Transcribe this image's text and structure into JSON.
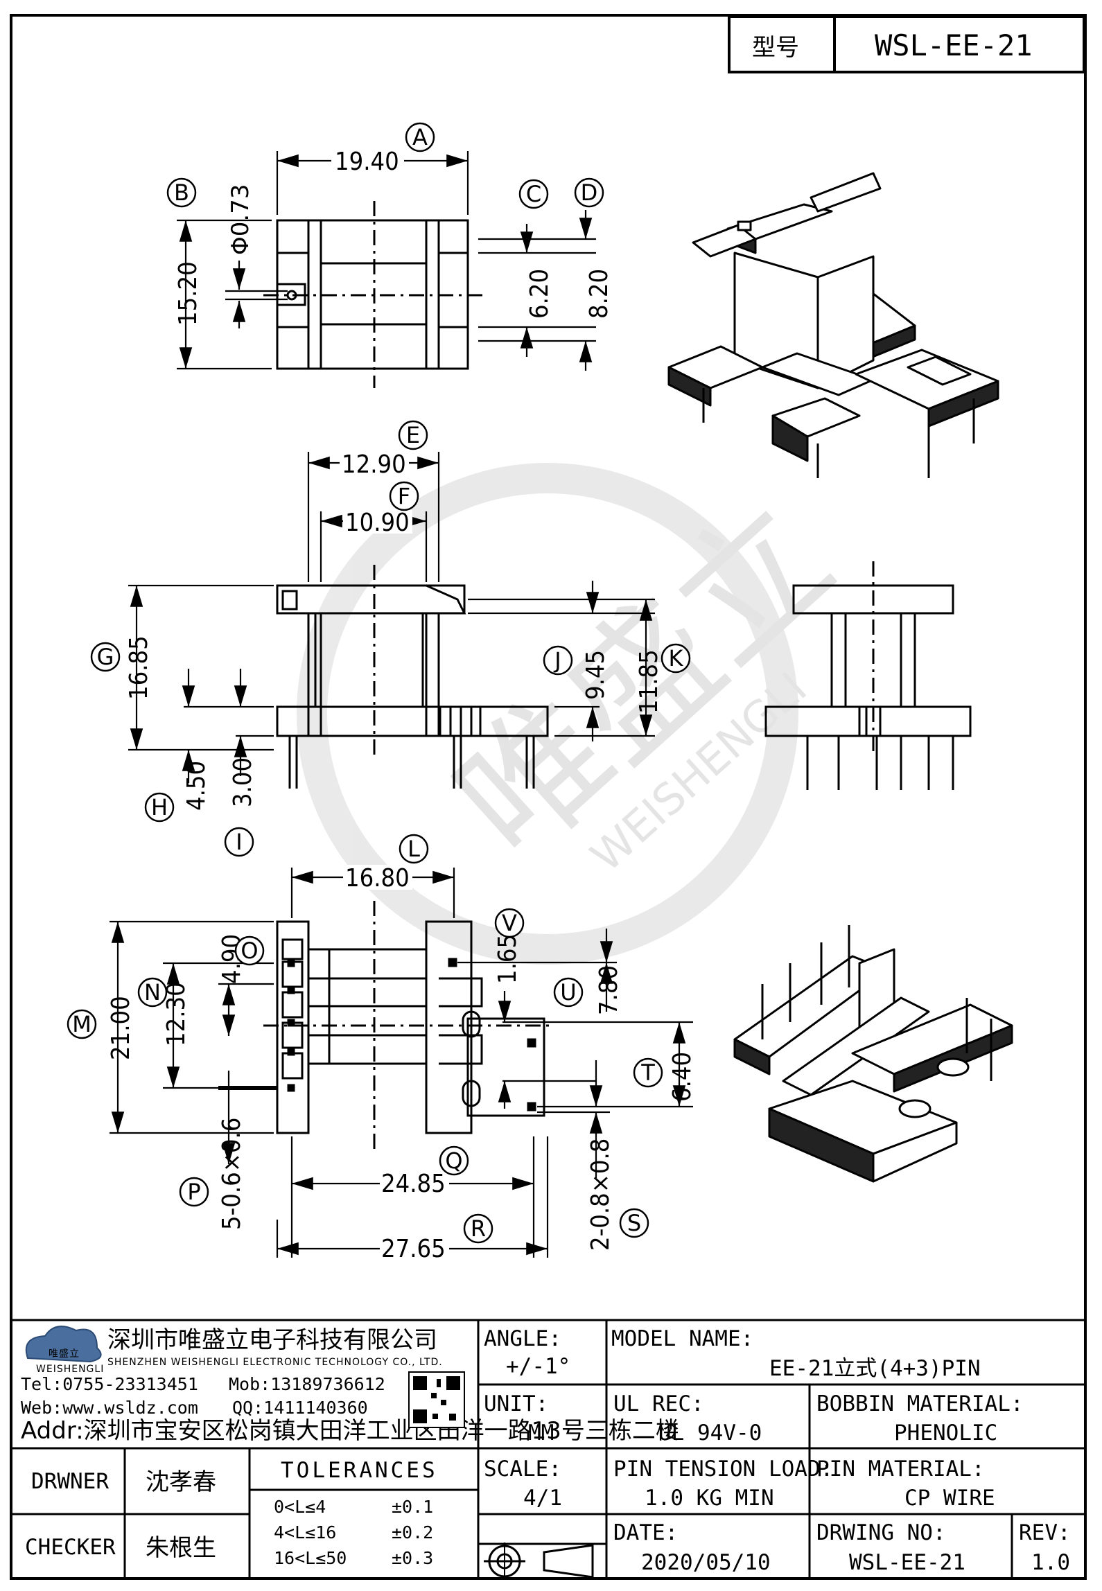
{
  "title_block_top": {
    "model_label": "型号",
    "model_value": "WSL-EE-21"
  },
  "dimensions": {
    "A": "19.40",
    "B": "15.20",
    "pin_hole": "Φ0.73",
    "C": "6.20",
    "D": "8.20",
    "E": "12.90",
    "F": "10.90",
    "G": "16.85",
    "H": "4.50",
    "I": "3.00",
    "J": "9.45",
    "K": "11.85",
    "L": "16.80",
    "M": "21.00",
    "N": "12.30",
    "O": "4.90",
    "P": "5-0.6×0.6",
    "Q": "24.85",
    "R": "27.65",
    "S": "2-0.8×0.8",
    "T": "6.40",
    "U": "7.80",
    "V": "1.65"
  },
  "callouts": [
    "A",
    "B",
    "C",
    "D",
    "E",
    "F",
    "G",
    "H",
    "I",
    "J",
    "K",
    "L",
    "M",
    "N",
    "O",
    "P",
    "Q",
    "R",
    "S",
    "T",
    "U",
    "V"
  ],
  "watermark": {
    "cn": "唯盛立",
    "en": "WEISHENGLI"
  },
  "company": {
    "logo_cn": "唯盛立",
    "logo_en": "WEISHENGLI",
    "name_cn": "深圳市唯盛立电子科技有限公司",
    "name_en": "SHENZHEN WEISHENGLI ELECTRONIC TECHNOLOGY CO., LTD.",
    "tel": "Tel:0755-23313451",
    "mob": "Mob:13189736612",
    "web": "Web:www.wsldz.com",
    "qq": "QQ:1411140360",
    "addr": "Addr:深圳市宝安区松岗镇大田洋工业区田洋一路13号三栋二楼"
  },
  "title_block": {
    "angle_label": "ANGLE:",
    "angle_value": "+/-1°",
    "model_name_label": "MODEL NAME:",
    "model_name_value": "EE-21立式(4+3)PIN",
    "unit_label": "UNIT:",
    "unit_value": "MM",
    "ul_label": "UL REC:",
    "ul_value": "UL 94V-0",
    "bobbin_label": "BOBBIN MATERIAL:",
    "bobbin_value": "PHENOLIC",
    "scale_label": "SCALE:",
    "scale_value": "4/1",
    "pin_tension_label": "PIN TENSION LOAD:",
    "pin_tension_value": "1.0 KG MIN",
    "pin_material_label": "PIN MATERIAL:",
    "pin_material_value": "CP WIRE",
    "date_label": "DATE:",
    "date_value": "2020/05/10",
    "drawing_no_label": "DRWING NO:",
    "drawing_no_value": "WSL-EE-21",
    "rev_label": "REV:",
    "rev_value": "1.0",
    "drawner_label": "DRWNER",
    "drawner_value": "沈孝春",
    "checker_label": "CHECKER",
    "checker_value": "朱根生",
    "tolerances_label": "TOLERANCES",
    "tolerances": [
      {
        "range": "0<L≤4",
        "value": "±0.1"
      },
      {
        "range": "4<L≤16",
        "value": "±0.2"
      },
      {
        "range": "16<L≤50",
        "value": "±0.3"
      }
    ]
  }
}
